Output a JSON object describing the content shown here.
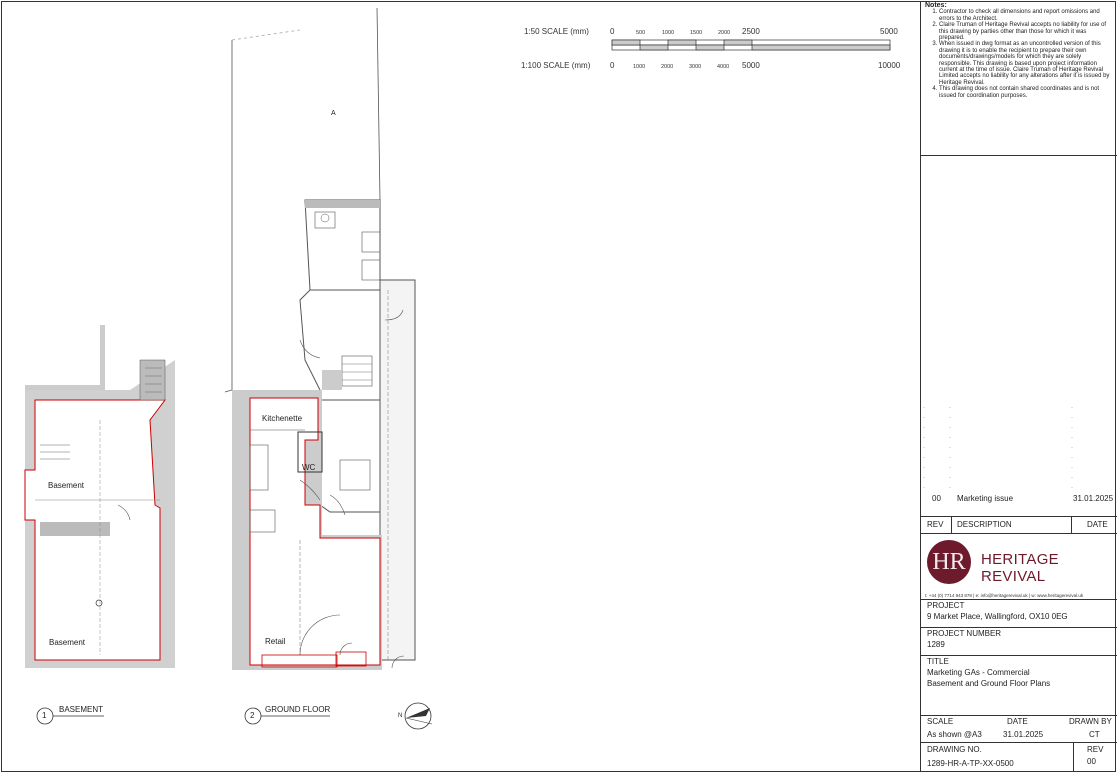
{
  "scale_bar": {
    "label_50": "1:50 SCALE (mm)",
    "label_100": "1:100 SCALE (mm)",
    "ticks_50": [
      "0",
      "500",
      "1000",
      "1500",
      "2000",
      "2500",
      "5000"
    ],
    "ticks_100": [
      "0",
      "1000",
      "2000",
      "3000",
      "4000",
      "5000",
      "10000"
    ]
  },
  "rooms": {
    "basement_upper": "Basement",
    "basement_lower": "Basement",
    "kitchenette": "Kitchenette",
    "wc": "WC",
    "retail": "Retail",
    "yard_marker": "A"
  },
  "drawings": [
    {
      "number": "1",
      "title": "BASEMENT"
    },
    {
      "number": "2",
      "title": "GROUND FLOOR"
    }
  ],
  "north_label": "N",
  "notes": {
    "heading": "Notes:",
    "items": [
      "Contractor to check all dimensions and report omissions and errors to the Architect.",
      "Claire Truman of Heritage Revival accepts no liability for use of this drawing by parties other than those for which it was prepared.",
      "When issued in dwg format as an uncontrolled version of this drawing it is to enable the recipient to prepare their own documents/drawings/models for which they are solely responsible. This drawing is based upon project information current at the time of issue. Claire Truman of Heritage Revival Limited accepts no liability for any alterations after it is issued by Heritage Revival.",
      "This drawing does not contain shared coordinates and is not issued for coordination purposes."
    ]
  },
  "revision": {
    "rev": "00",
    "description": "Marketing issue",
    "date": "31.01.2025"
  },
  "rev_headers": {
    "rev": "REV",
    "description": "DESCRIPTION",
    "date": "DATE"
  },
  "brand": {
    "monogram": "HR",
    "name": "HERITAGE REVIVAL",
    "contact": "t: +44 (0) 7714 943 878 | e: info@heritagerevival.uk | w: www.heritagerevival.uk",
    "color": "#6d1a2d"
  },
  "project": {
    "label": "PROJECT",
    "value": "9 Market Place, Wallingford, OX10 0EG"
  },
  "project_number": {
    "label": "PROJECT NUMBER",
    "value": "1289"
  },
  "title": {
    "label": "TITLE",
    "line1": "Marketing GAs - Commercial",
    "line2": "Basement and Ground Floor Plans"
  },
  "scale": {
    "label": "SCALE",
    "value": "As shown @A3"
  },
  "date": {
    "label": "DATE",
    "value": "31.01.2025"
  },
  "drawn_by": {
    "label": "DRAWN BY",
    "value": "CT"
  },
  "drawing_no": {
    "label": "DRAWING NO.",
    "value": "1289-HR-A-TP-XX-0500"
  },
  "rev_box": {
    "label": "REV",
    "value": "00"
  }
}
